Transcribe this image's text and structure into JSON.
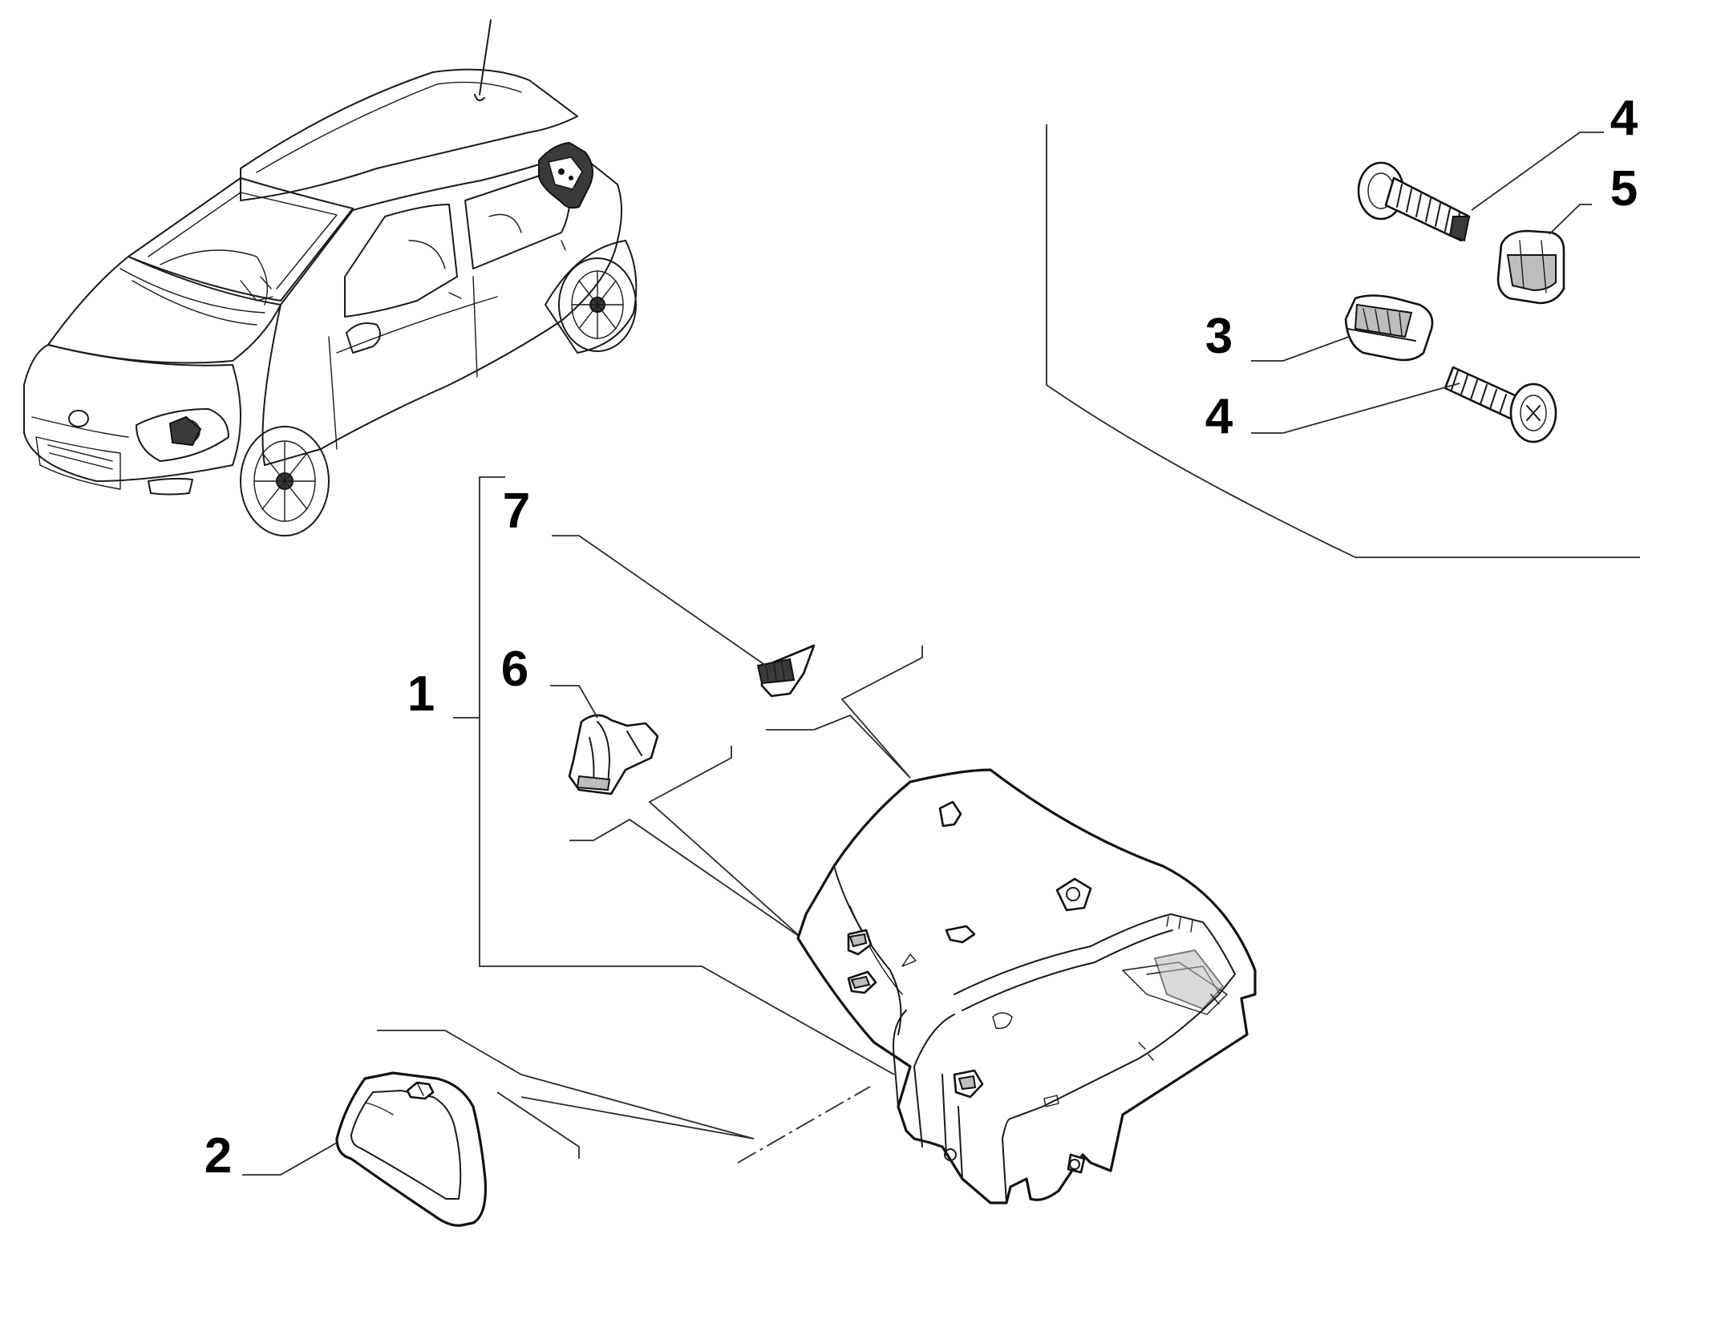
{
  "callouts": {
    "c1": "1",
    "c2": "2",
    "c3": "3",
    "c4a": "4",
    "c4b": "4",
    "c5": "5",
    "c6": "6",
    "c7": "7"
  },
  "icons": {
    "vehicle": "hatchback-car-icon",
    "glovebox": "glovebox-housing-icon",
    "handle": "handle-bezel-icon",
    "bolt": "screw-icon",
    "clip": "clip-icon"
  },
  "colors": {
    "line": "#111111",
    "shade": "#bdbdbd",
    "background": "#ffffff"
  }
}
